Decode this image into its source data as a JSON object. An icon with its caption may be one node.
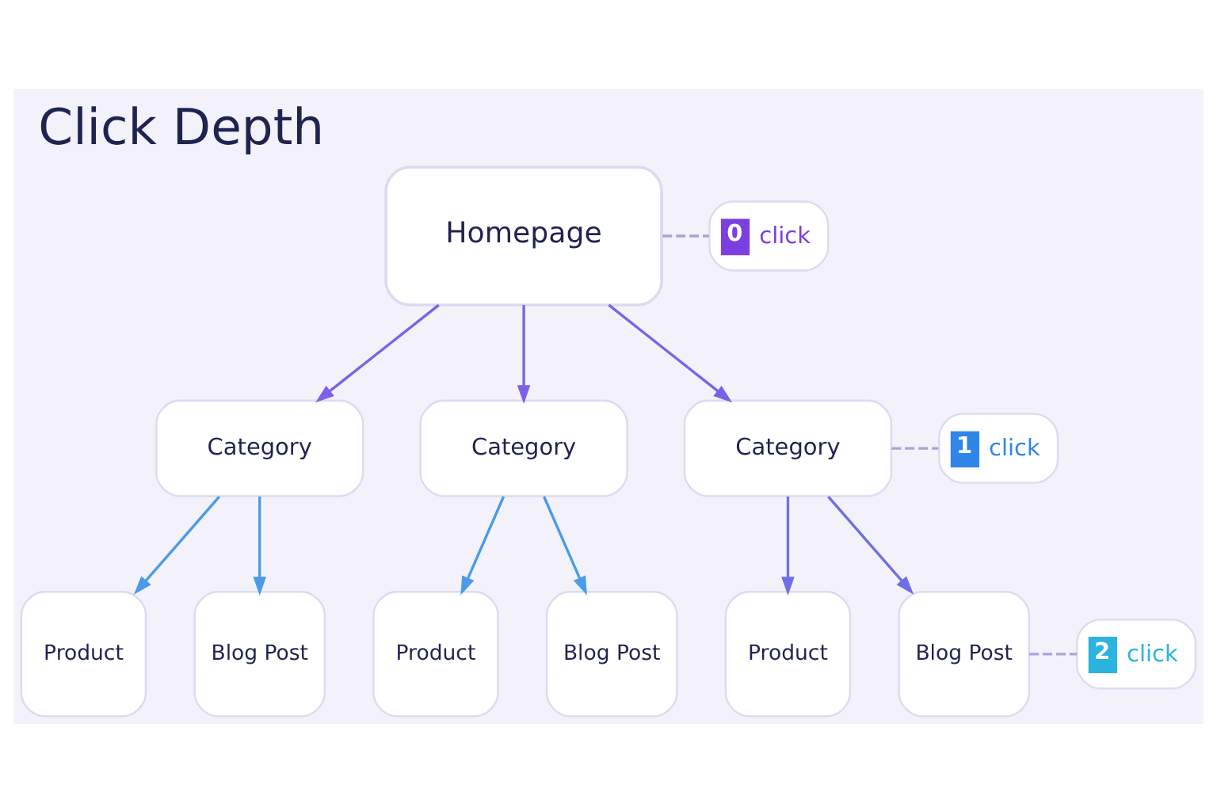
{
  "diagram": {
    "title": "Click Depth",
    "nodes": [
      {
        "text": [
          "Homepage"
        ]
      },
      {
        "text": [
          "Category"
        ]
      },
      {
        "text": [
          "Category"
        ]
      },
      {
        "text": [
          "Category"
        ]
      },
      {
        "text": [
          "Product"
        ]
      },
      {
        "text": [
          "Blog Post"
        ]
      },
      {
        "text": [
          "Product"
        ]
      },
      {
        "text": [
          "Blog Post"
        ]
      },
      {
        "text": [
          "Product"
        ]
      },
      {
        "text": [
          "Blog Post"
        ]
      },
      {
        "text": [
          "0",
          "click"
        ]
      },
      {
        "text": [
          "1",
          "click"
        ]
      },
      {
        "text": [
          "2",
          "click"
        ]
      }
    ],
    "edges": [
      {
        "from": 0,
        "to": 1,
        "arrow": "to",
        "color": "#7b61e8"
      },
      {
        "from": 0,
        "to": 2,
        "arrow": "to",
        "color": "#7b61e8"
      },
      {
        "from": 0,
        "to": 3,
        "arrow": "to",
        "color": "#7b61e8"
      },
      {
        "from": 1,
        "to": 4,
        "arrow": "to"
      },
      {
        "from": 1,
        "to": 5,
        "arrow": "to"
      },
      {
        "from": 2,
        "to": 6,
        "arrow": "to"
      },
      {
        "from": 2,
        "to": 7,
        "arrow": "to"
      },
      {
        "from": 3,
        "to": 8,
        "arrow": "to",
        "color": "#6f6ee6"
      },
      {
        "from": 3,
        "to": 9,
        "arrow": "to",
        "color": "#6f6ee6"
      },
      {
        "from": 0,
        "to": 10,
        "arrow": "none",
        "style": "dashed",
        "color": "#a9a4d8"
      },
      {
        "from": 3,
        "to": 11,
        "arrow": "none",
        "style": "dashed",
        "color": "#a9a4d8"
      },
      {
        "from": 9,
        "to": 12,
        "arrow": "none",
        "style": "dashed",
        "color": "#a9a4d8"
      }
    ]
  }
}
